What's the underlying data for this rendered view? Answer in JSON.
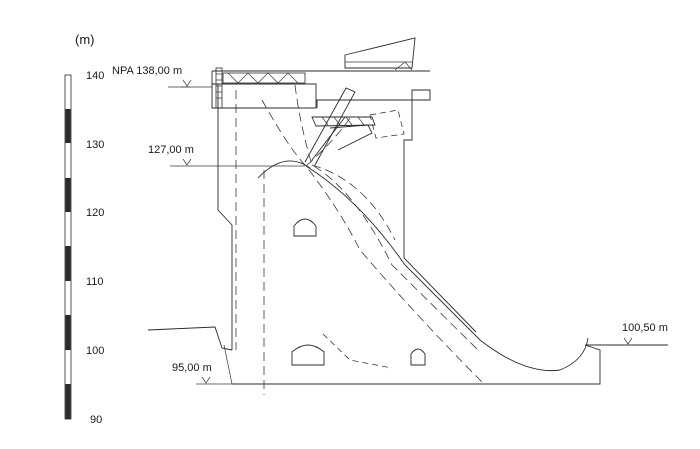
{
  "scale": {
    "unit": "(m)",
    "ticks": [
      "140",
      "130",
      "120",
      "110",
      "100",
      "90"
    ]
  },
  "levels": {
    "npa": "NPA 138,00 m",
    "crest": "127,00 m",
    "foundation": "95,00 m",
    "tailwater": "100,50 m"
  }
}
